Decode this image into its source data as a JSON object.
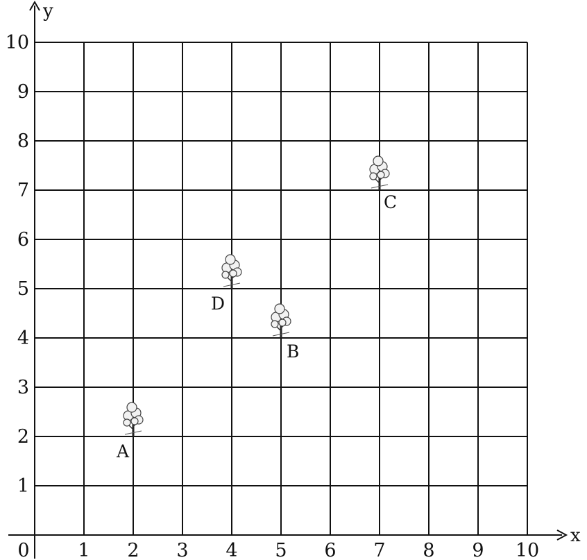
{
  "chart_data": {
    "type": "scatter",
    "title": "",
    "xlabel": "x",
    "ylabel": "y",
    "xlim": [
      0,
      10
    ],
    "ylim": [
      0,
      10
    ],
    "grid": true,
    "x_ticks": [
      "0",
      "1",
      "2",
      "3",
      "4",
      "5",
      "6",
      "7",
      "8",
      "9",
      "10"
    ],
    "y_ticks": [
      "1",
      "2",
      "3",
      "4",
      "5",
      "6",
      "7",
      "8",
      "9",
      "10"
    ],
    "points": [
      {
        "label": "A",
        "x": 2,
        "y": 2,
        "icon": "tree-icon"
      },
      {
        "label": "B",
        "x": 5,
        "y": 4,
        "icon": "tree-icon"
      },
      {
        "label": "C",
        "x": 7,
        "y": 7,
        "icon": "tree-icon"
      },
      {
        "label": "D",
        "x": 4,
        "y": 5,
        "icon": "tree-icon"
      }
    ]
  }
}
